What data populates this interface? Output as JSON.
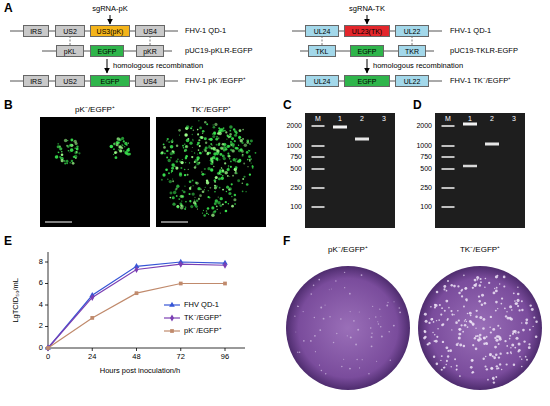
{
  "diagram": {
    "nodes": [
      {
        "text": [
          "IRS"
        ]
      },
      {
        "text": [
          "US2"
        ]
      },
      {
        "text": [
          "US3(pK)"
        ]
      },
      {
        "text": [
          "US4"
        ]
      },
      {
        "text": [
          "pKL"
        ]
      },
      {
        "text": [
          "EGFP"
        ]
      },
      {
        "text": [
          "pKR"
        ]
      },
      {
        "text": [
          "IRS"
        ]
      },
      {
        "text": [
          "US2"
        ]
      },
      {
        "text": [
          "EGFP"
        ]
      },
      {
        "text": [
          "US4"
        ]
      },
      {
        "text": [
          "UL24"
        ]
      },
      {
        "text": [
          "UL23(TK)"
        ]
      },
      {
        "text": [
          "UL22"
        ]
      },
      {
        "text": [
          "TKL"
        ]
      },
      {
        "text": [
          "EGFP"
        ]
      },
      {
        "text": [
          "TKR"
        ]
      },
      {
        "text": [
          "UL24"
        ]
      },
      {
        "text": [
          "EGFP"
        ]
      },
      {
        "text": [
          "UL22"
        ]
      }
    ],
    "edges": [
      {
        "from": 4,
        "to": 1,
        "arrow": "none"
      },
      {
        "from": 6,
        "to": 3,
        "arrow": "none"
      },
      {
        "from": 14,
        "to": 11,
        "arrow": "none"
      },
      {
        "from": 16,
        "to": 13,
        "arrow": "none"
      }
    ],
    "labels": [
      "A",
      "sgRNA-pK",
      "FHV-1 QD-1",
      "pUC19-pKLR-EGFP",
      "homologous recombination",
      "FHV-1 pK⁻/EGFP⁺",
      "sgRNA-TK",
      "FHV-1 QD-1",
      "pUC19-TKLR-EGFP",
      "homologous recombination",
      "FHV-1 TK⁻/EGFP⁺",
      "B",
      "pK⁻/EGFP⁺",
      "TK⁻/EGFP⁺",
      "C",
      "M",
      "1",
      "2",
      "3",
      "2000",
      "1000",
      "750",
      "500",
      "250",
      "100",
      "D",
      "M",
      "1",
      "2",
      "3",
      "2000",
      "1000",
      "750",
      "500",
      "250",
      "100",
      "E",
      "LgTCID₅₀/mL",
      "0",
      "2",
      "4",
      "6",
      "8",
      "0",
      "24",
      "48",
      "72",
      "96",
      "Hours post inoculation/h",
      "F",
      "pK⁻/EGFP⁺",
      "TK⁻/EGFP⁺"
    ],
    "legend": [
      {
        "text": "FHV QD-1"
      },
      {
        "text": "TK⁻/EGFP⁺"
      },
      {
        "text": "pK⁻/EGFP⁺"
      }
    ]
  }
}
